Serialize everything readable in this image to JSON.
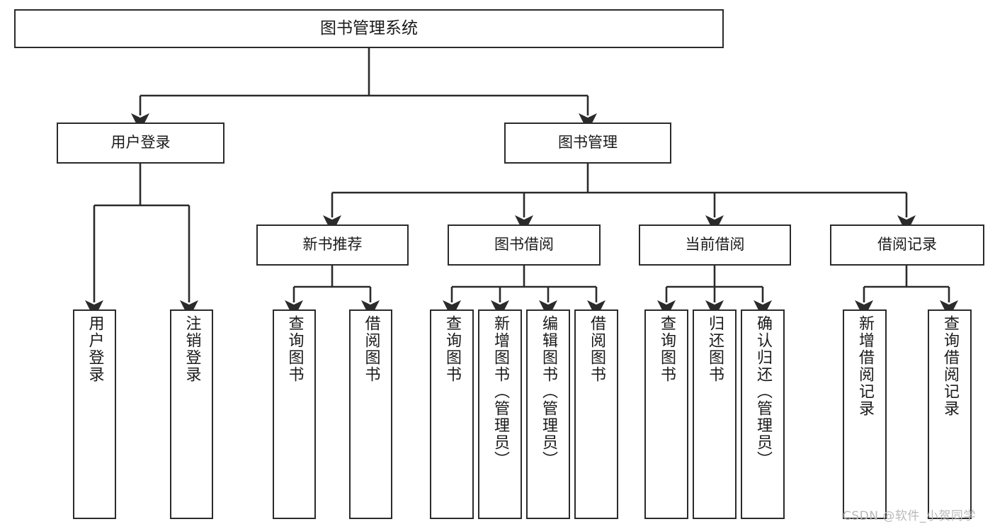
{
  "diagram": {
    "type": "hierarchy-tree",
    "title_node": {
      "id": "root",
      "label": "图书管理系统"
    },
    "level2": [
      {
        "id": "user-login",
        "label": "用户登录"
      },
      {
        "id": "book-management",
        "label": "图书管理"
      }
    ],
    "level3": [
      {
        "id": "new-book-recommend",
        "label": "新书推荐"
      },
      {
        "id": "book-borrow",
        "label": "图书借阅"
      },
      {
        "id": "current-borrow",
        "label": "当前借阅"
      },
      {
        "id": "borrow-record",
        "label": "借阅记录"
      }
    ],
    "leaves": {
      "user_login": [
        {
          "id": "leaf-user-login",
          "label": "用户登录"
        },
        {
          "id": "leaf-logout",
          "label": "注销登录"
        }
      ],
      "new_book_recommend": [
        {
          "id": "leaf-query-book-1",
          "label": "查询图书"
        },
        {
          "id": "leaf-borrow-book-1",
          "label": "借阅图书"
        }
      ],
      "book_borrow": [
        {
          "id": "leaf-query-book-2",
          "label": "查询图书"
        },
        {
          "id": "leaf-add-book",
          "label": "新增图书（管理员）"
        },
        {
          "id": "leaf-edit-book",
          "label": "编辑图书（管理员）"
        },
        {
          "id": "leaf-borrow-book-2",
          "label": "借阅图书"
        }
      ],
      "current_borrow": [
        {
          "id": "leaf-query-book-3",
          "label": "查询图书"
        },
        {
          "id": "leaf-return-book",
          "label": "归还图书"
        },
        {
          "id": "leaf-confirm-return",
          "label": "确认归还（管理员）"
        }
      ],
      "borrow_record": [
        {
          "id": "leaf-add-record",
          "label": "新增借阅记录"
        },
        {
          "id": "leaf-query-record",
          "label": "查询借阅记录"
        }
      ]
    },
    "edges": [
      {
        "from": "root",
        "to": "用户登录"
      },
      {
        "from": "root",
        "to": "图书管理"
      },
      {
        "from": "用户登录",
        "to": "用户登录(叶)"
      },
      {
        "from": "用户登录",
        "to": "注销登录"
      },
      {
        "from": "图书管理",
        "to": "新书推荐"
      },
      {
        "from": "图书管理",
        "to": "图书借阅"
      },
      {
        "from": "图书管理",
        "to": "当前借阅"
      },
      {
        "from": "图书管理",
        "to": "借阅记录"
      },
      {
        "from": "新书推荐",
        "to": "查询图书"
      },
      {
        "from": "新书推荐",
        "to": "借阅图书"
      },
      {
        "from": "图书借阅",
        "to": "查询图书"
      },
      {
        "from": "图书借阅",
        "to": "新增图书（管理员）"
      },
      {
        "from": "图书借阅",
        "to": "编辑图书（管理员）"
      },
      {
        "from": "图书借阅",
        "to": "借阅图书"
      },
      {
        "from": "当前借阅",
        "to": "查询图书"
      },
      {
        "from": "当前借阅",
        "to": "归还图书"
      },
      {
        "from": "当前借阅",
        "to": "确认归还（管理员）"
      },
      {
        "from": "借阅记录",
        "to": "新增借阅记录"
      },
      {
        "from": "借阅记录",
        "to": "查询借阅记录"
      }
    ],
    "colors": {
      "stroke": "#2b2b2b",
      "background": "#ffffff",
      "text": "#1a1a1a",
      "watermark": "#b9b9b9"
    }
  },
  "watermark": {
    "text": "CSDN @软件_小贺同学"
  }
}
